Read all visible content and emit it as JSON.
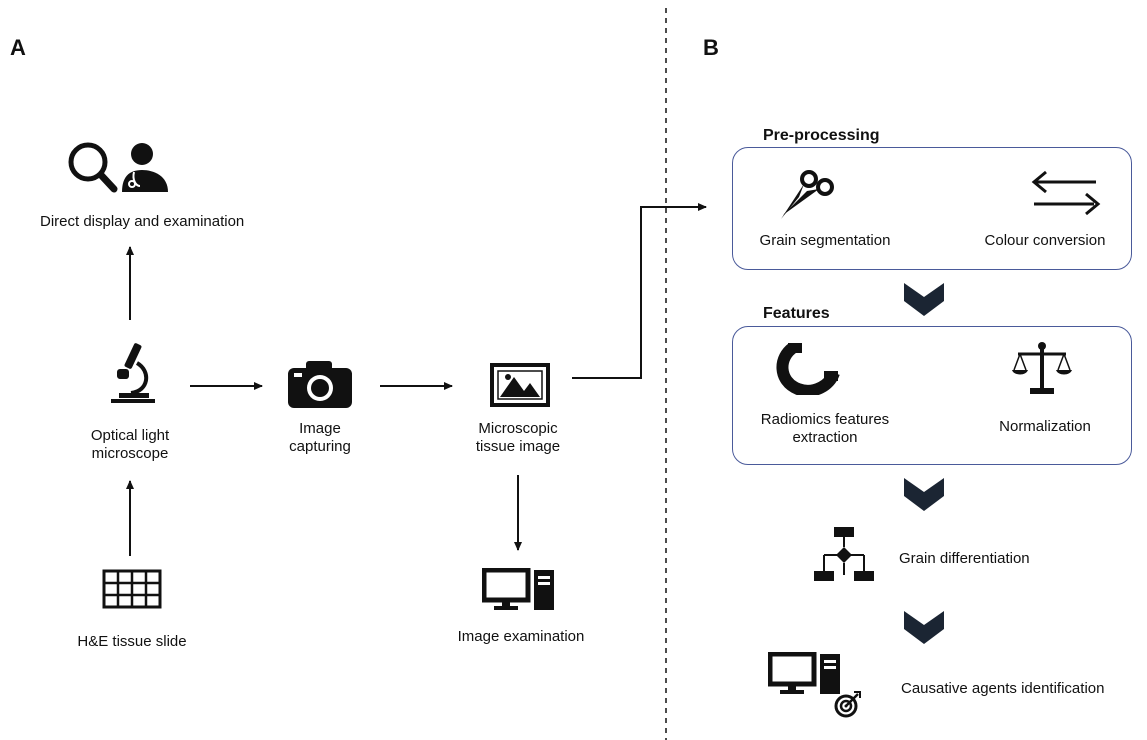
{
  "panels": {
    "a": "A",
    "b": "B"
  },
  "left": {
    "direct_display": "Direct display and examination",
    "microscope": "Optical light\nmicroscope",
    "capturing": "Image\ncapturing",
    "tissue_image": "Microscopic\ntissue image",
    "slide": "H&E tissue slide",
    "examination": "Image examination"
  },
  "right": {
    "preprocessing": {
      "title": "Pre-processing",
      "step1": "Grain segmentation",
      "step2": "Colour conversion"
    },
    "features": {
      "title": "Features",
      "step1": "Radiomics features\nextraction",
      "step2": "Normalization"
    },
    "differentiation": "Grain differentiation",
    "identification": "Causative agents identification"
  }
}
